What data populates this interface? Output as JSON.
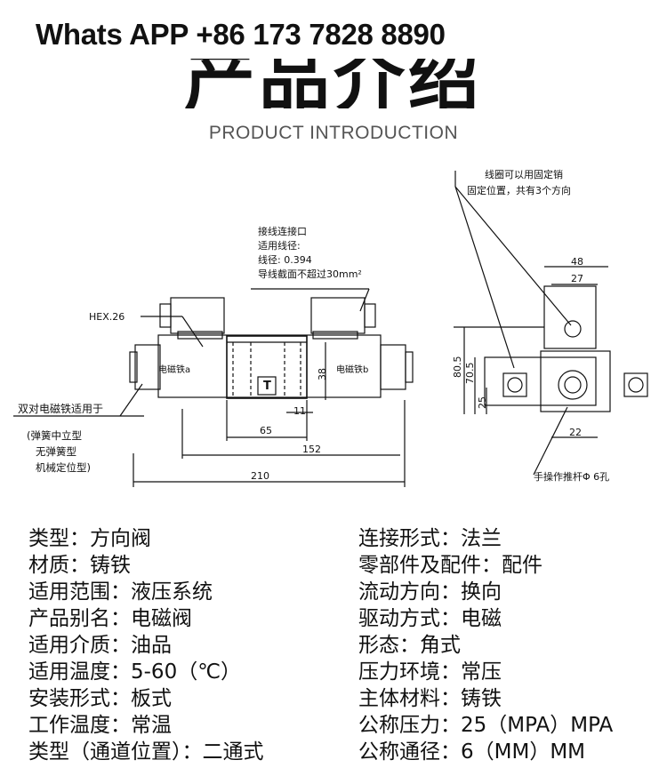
{
  "header": {
    "contact": "Whats APP +86 173 7828 8890",
    "title_cn": "产品介绍",
    "title_en": "PRODUCT INTRODUCTION"
  },
  "drawing": {
    "hex_label": "HEX.26",
    "dual_solenoid_note": "双对电磁铁适用于",
    "spring_note_1": "(弹簧中立型",
    "spring_note_2": "无弹簧型",
    "spring_note_3": "机械定位型)",
    "solenoid_a": "电磁铁a",
    "solenoid_b": "电磁铁b",
    "center_mark": "T",
    "wiring_1": "接线连接口",
    "wiring_2": "适用线径:",
    "wiring_3": "线径: 0.394",
    "wiring_4": "导线截面不超过30mm²",
    "coil_note_1": "线圈可以用固定销",
    "coil_note_2": "固定位置，共有3个方向",
    "manual_note": "手操作推杆Φ 6孔",
    "dim_38": "38",
    "dim_11": "11",
    "dim_65": "65",
    "dim_152": "152",
    "dim_210": "210",
    "dim_48": "48",
    "dim_27": "27",
    "dim_80_5": "80.5",
    "dim_70_5": "70.5",
    "dim_25": "25",
    "dim_22": "22"
  },
  "specs": {
    "left": [
      "类型：方向阀",
      "材质：铸铁",
      "适用范围：液压系统",
      "产品别名：电磁阀",
      "适用介质：油品",
      "适用温度：5-60（℃）",
      "安装形式：板式",
      "工作温度：常温",
      "类型（通道位置）：二通式"
    ],
    "right": [
      "连接形式：法兰",
      "零部件及配件：配件",
      "流动方向：换向",
      "驱动方式：电磁",
      "形态：角式",
      "压力环境：常压",
      "主体材料：铸铁",
      "公称压力：25（MPA）MPA",
      "公称通径：6（MM）MM"
    ]
  }
}
